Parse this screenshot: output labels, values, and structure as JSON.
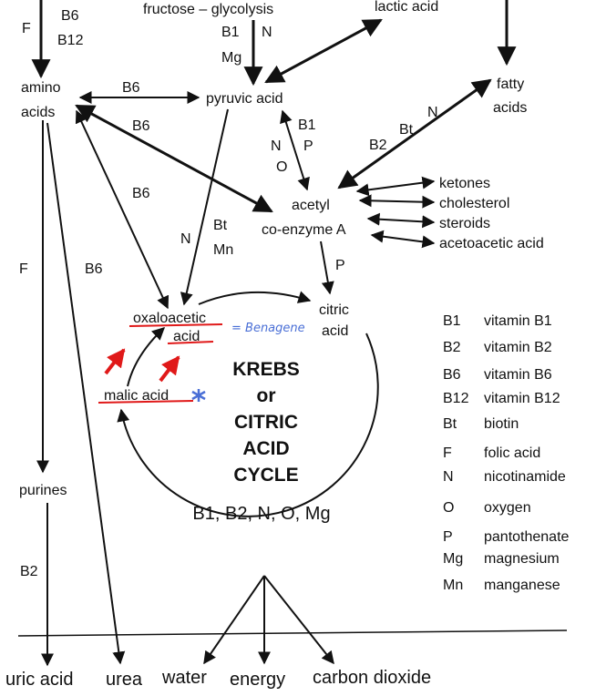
{
  "labels": {
    "fructose_glycolysis": "fructose – glycolysis",
    "lactic_acid": "lactic acid",
    "fatty_acids_1": "fatty",
    "fatty_acids_2": "acids",
    "amino_acids_1": "amino",
    "amino_acids_2": "acids",
    "pyruvic_acid": "pyruvic acid",
    "acetyl_1": "acetyl",
    "acetyl_2": "co-enzyme A",
    "ketones": "ketones",
    "cholesterol": "cholesterol",
    "steroids": "steroids",
    "acetoacetic": "acetoacetic acid",
    "oxaloacetic_1": "oxaloacetic",
    "oxaloacetic_2": "acid",
    "benagene": "= Benagene",
    "citric_1": "citric",
    "citric_2": "acid",
    "malic": "malic acid",
    "purines": "purines"
  },
  "edge_labels": {
    "f_top": "F",
    "b6_top": "B6",
    "b12_top": "B12",
    "b1_glyc": "B1",
    "n_glyc": "N",
    "mg_glyc": "Mg",
    "b6_amino_pyr": "B6",
    "b6_amino_acetyl": "B6",
    "b1_pyr_acetyl": "B1",
    "p_pyr_acetyl": "P",
    "n_pyr_acetyl": "N",
    "o_pyr_acetyl": "O",
    "bt_fatty": "Bt",
    "n_fatty": "N",
    "b2_fatty": "B2",
    "b6_amino_oxalo": "B6",
    "n_pyr_oxalo": "N",
    "bt_pyr_oxalo": "Bt",
    "mn_pyr_oxalo": "Mn",
    "f_left": "F",
    "b6_left": "B6",
    "p_acetyl_citric": "P",
    "b2_purines": "B2"
  },
  "cycle": {
    "line1": "KREBS",
    "line2": "or",
    "line3": "CITRIC",
    "line4": "ACID",
    "line5": "CYCLE",
    "cofactors": "B1, B2, N, O, Mg"
  },
  "legend": [
    {
      "abbr": "B1",
      "name": "vitamin B1"
    },
    {
      "abbr": "B2",
      "name": "vitamin B2"
    },
    {
      "abbr": "B6",
      "name": "vitamin B6"
    },
    {
      "abbr": "B12",
      "name": "vitamin B12"
    },
    {
      "abbr": "Bt",
      "name": "biotin"
    },
    {
      "abbr": "F",
      "name": "folic acid"
    },
    {
      "abbr": "N",
      "name": "nicotinamide"
    },
    {
      "abbr": "O",
      "name": "oxygen"
    },
    {
      "abbr": "P",
      "name": "pantothenate"
    },
    {
      "abbr": "Mg",
      "name": "magnesium"
    },
    {
      "abbr": "Mn",
      "name": "manganese"
    }
  ],
  "outputs": {
    "uric_acid": "uric acid",
    "urea": "urea",
    "water": "water",
    "energy": "energy",
    "carbon_dioxide": "carbon dioxide"
  },
  "colors": {
    "ink": "#111111",
    "highlight": "#e01919",
    "annotation": "#4a6fd6"
  }
}
